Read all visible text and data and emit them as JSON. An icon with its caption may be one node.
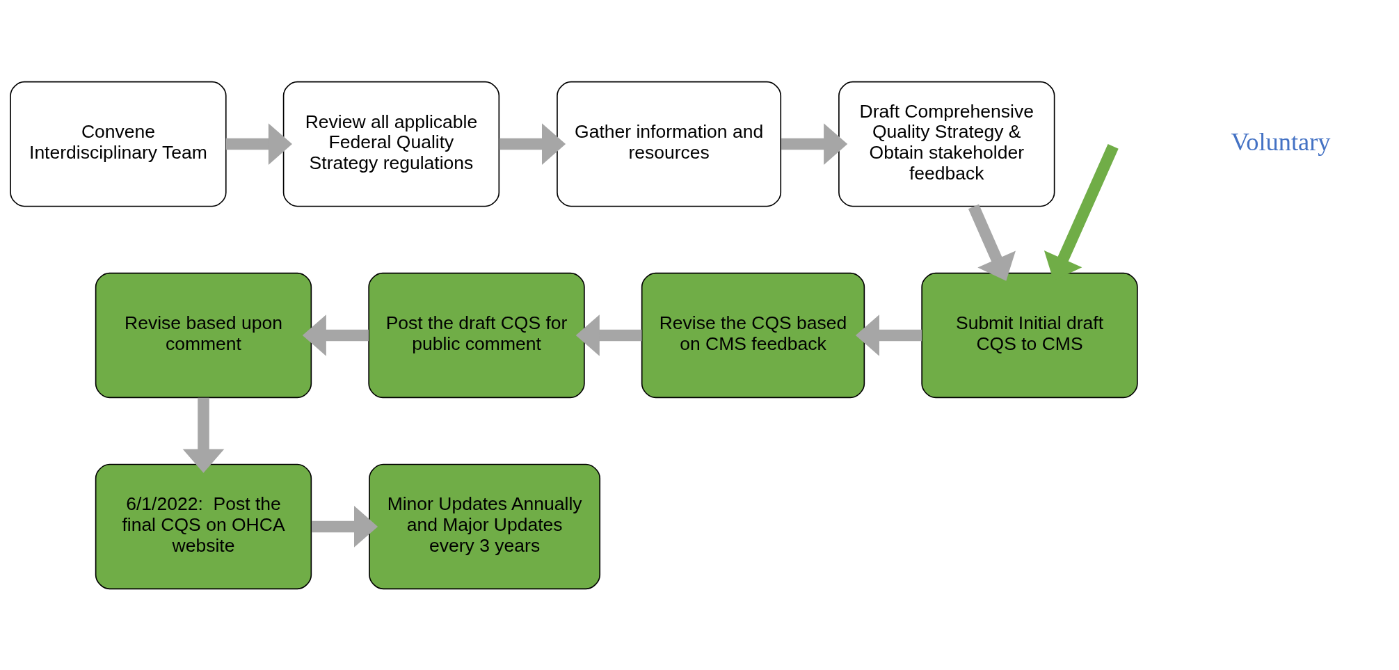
{
  "diagram": {
    "nodes": [
      {
        "text": [
          "Convene Interdisciplinary Team"
        ]
      },
      {
        "text": [
          "Review all applicable Federal Quality Strategy regulations"
        ]
      },
      {
        "text": [
          "Gather information and resources"
        ]
      },
      {
        "text": [
          "Draft Comprehensive Quality Strategy & Obtain stakeholder feedback"
        ]
      },
      {
        "text": [
          "Submit Initial draft CQS to CMS"
        ]
      },
      {
        "text": [
          "Revise the CQS based on CMS feedback"
        ]
      },
      {
        "text": [
          "Post the draft CQS for public comment"
        ]
      },
      {
        "text": [
          "Revise based upon comment"
        ]
      },
      {
        "text": [
          "6/1/2022:  Post the final CQS on OHCA website"
        ]
      },
      {
        "text": [
          "Minor Updates Annually and Major Updates every 3 years"
        ]
      }
    ],
    "edges": [
      {
        "from": 0,
        "to": 1,
        "arrow": "to"
      },
      {
        "from": 1,
        "to": 2,
        "arrow": "to"
      },
      {
        "from": 2,
        "to": 3,
        "arrow": "to"
      },
      {
        "from": 3,
        "to": 4,
        "arrow": "to"
      },
      {
        "from": 4,
        "to": 5,
        "arrow": "to"
      },
      {
        "from": 5,
        "to": 6,
        "arrow": "to"
      },
      {
        "from": 6,
        "to": 7,
        "arrow": "to"
      },
      {
        "from": 7,
        "to": 8,
        "arrow": "to"
      },
      {
        "from": 8,
        "to": 9,
        "arrow": "to"
      },
      {
        "from": null,
        "to": 4,
        "arrow": "to",
        "color": "#70ad47"
      }
    ],
    "labels": [
      "Voluntary"
    ]
  }
}
